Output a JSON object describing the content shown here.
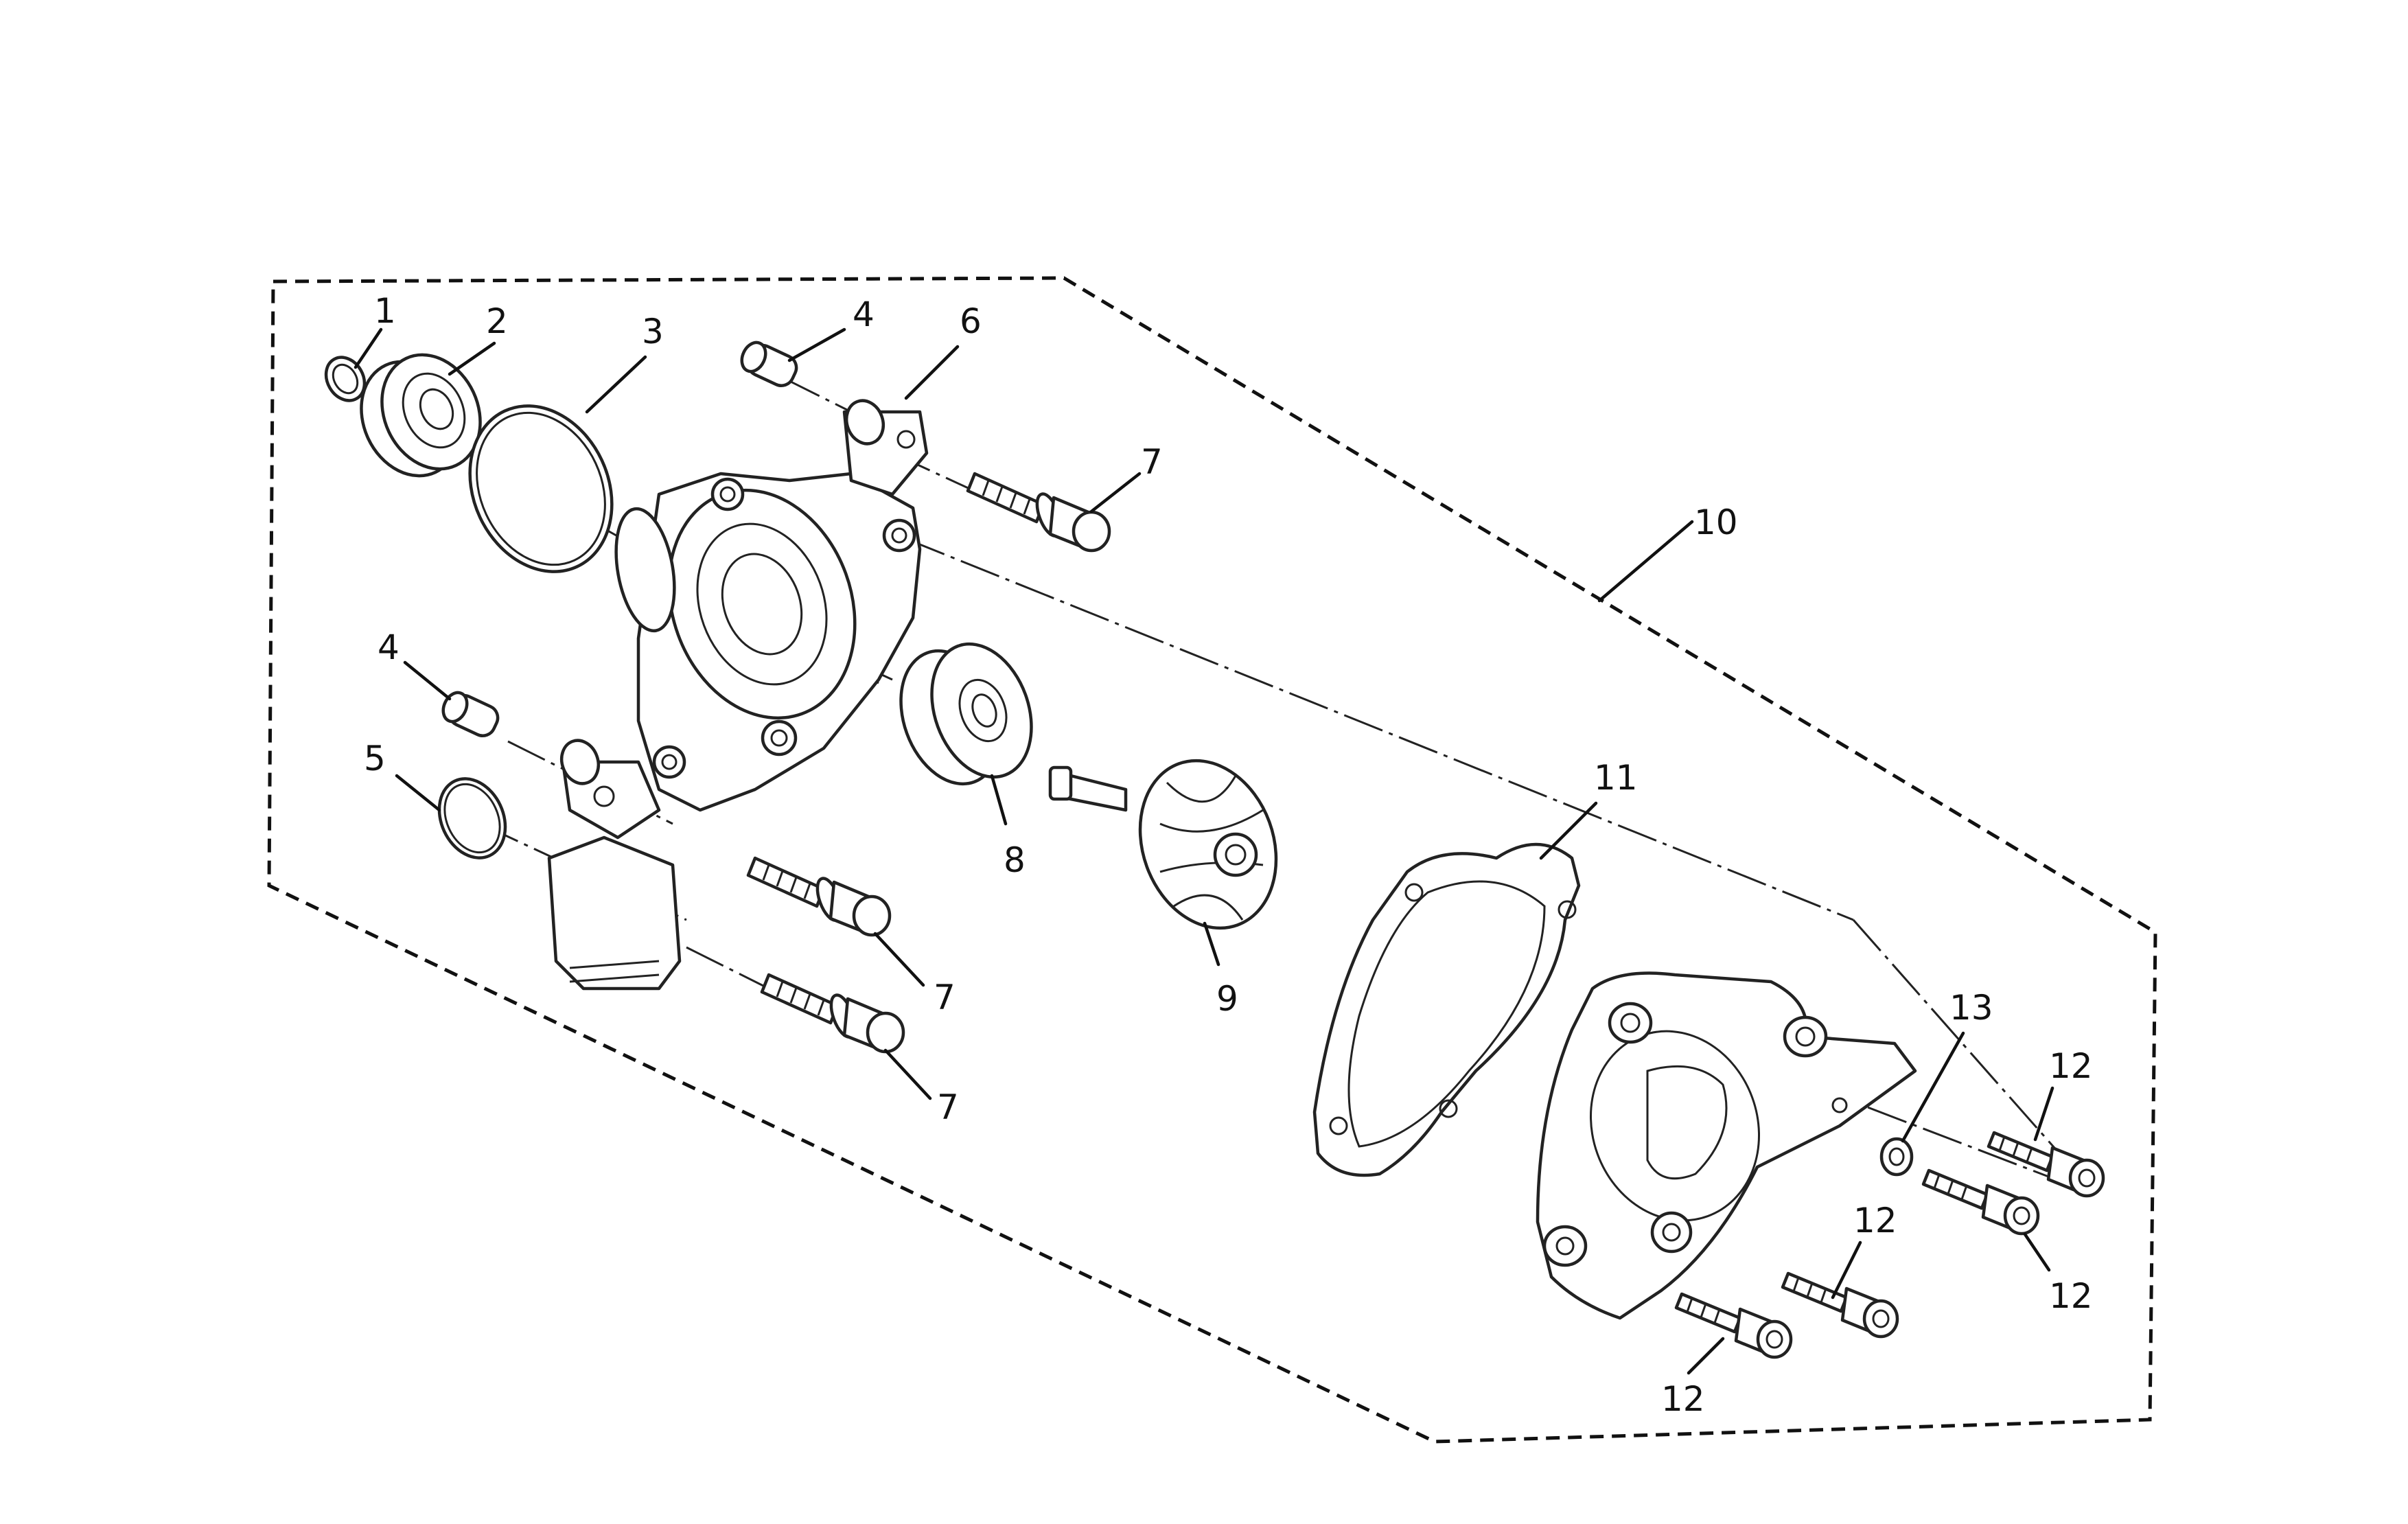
{
  "diagram": {
    "callouts": [
      {
        "id": "c1",
        "label": "1"
      },
      {
        "id": "c2",
        "label": "2"
      },
      {
        "id": "c3",
        "label": "3"
      },
      {
        "id": "c4a",
        "label": "4"
      },
      {
        "id": "c6",
        "label": "6"
      },
      {
        "id": "c7a",
        "label": "7"
      },
      {
        "id": "c10",
        "label": "10"
      },
      {
        "id": "c4b",
        "label": "4"
      },
      {
        "id": "c5",
        "label": "5"
      },
      {
        "id": "c8",
        "label": "8"
      },
      {
        "id": "c11",
        "label": "11"
      },
      {
        "id": "c7b",
        "label": "7"
      },
      {
        "id": "c9",
        "label": "9"
      },
      {
        "id": "c13",
        "label": "13"
      },
      {
        "id": "c7c",
        "label": "7"
      },
      {
        "id": "c12a",
        "label": "12"
      },
      {
        "id": "c12b",
        "label": "12"
      },
      {
        "id": "c12c",
        "label": "12"
      },
      {
        "id": "c12d",
        "label": "12"
      }
    ],
    "colors": {
      "ink": "#222222",
      "background": "#ffffff"
    }
  }
}
